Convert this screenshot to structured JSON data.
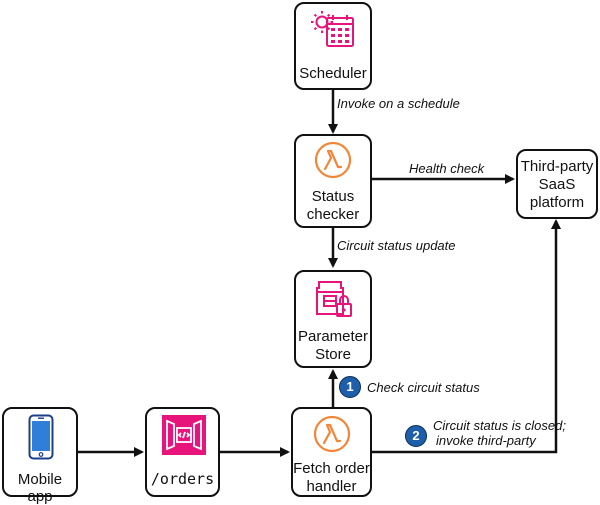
{
  "nodes": {
    "scheduler": "Scheduler",
    "status_checker_1": "Status",
    "status_checker_2": "checker",
    "third_party_1": "Third-party",
    "third_party_2": "SaaS",
    "third_party_3": "platform",
    "parameter_store_1": "Parameter",
    "parameter_store_2": "Store",
    "mobile_app": "Mobile app",
    "orders": "/orders",
    "fetch_handler_1": "Fetch order",
    "fetch_handler_2": "handler"
  },
  "edges": {
    "invoke_schedule": "Invoke on a schedule",
    "health_check": "Health check",
    "circuit_update": "Circuit status update",
    "check_status": "Check circuit status",
    "closed_1": "Circuit status is closed;",
    "closed_2": "invoke third-party"
  },
  "badges": {
    "step1": "1",
    "step2": "2"
  },
  "colors": {
    "scheduler_icon": "#e7157b",
    "lambda_icon": "#f58536",
    "parameter_icon": "#e7157b",
    "api_icon": "#e7157b",
    "phone_icon": "#2f7fd8",
    "badge": "#1f5ea8"
  },
  "icons": {
    "scheduler": "calendar-clock-icon",
    "lambda": "lambda-icon",
    "parameter_store": "parameter-store-icon",
    "api_gateway": "api-gateway-icon",
    "mobile": "mobile-phone-icon"
  }
}
